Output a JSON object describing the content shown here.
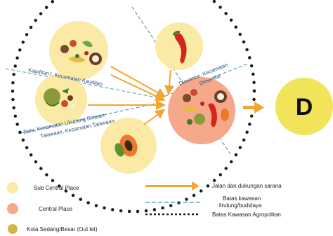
{
  "regions": {
    "kauditan": "Kauditan I, Kecamatan Kauditan",
    "dimembe_line1": "Dimembe, Kecamatan",
    "dimembe_line2": "Dimembe",
    "likupang_line1": "Batu, Kecamatan Likupang Selatan",
    "likupang_line2": "Talawaan, Kecamatan Talawaan"
  },
  "outlet_marker": "D",
  "legend": {
    "sub_central_place": "Sub Central Place",
    "central_place": "Central Place",
    "outlet": "Kota Sedang/Besar (Out let)",
    "road": "Jalan dan dukungan sarana",
    "boundary_line1": "Batas kawasan",
    "boundary_line2": "lindung/budidaya",
    "agropolitan": "Batas Kawasan Agropolitan"
  },
  "colors": {
    "sub_central": "#fbe9a6",
    "central": "#f5a98a",
    "outlet": "#f1e35a",
    "outlet_legend": "#d4b54a",
    "arrow": "#f3a531",
    "dashed_boundary": "#3f8fb5",
    "dotted_boundary": "#1a1a1a"
  },
  "icons": {
    "top_left": "produce-icon",
    "top_right": "chili-icon",
    "middle_left": "durian-icon",
    "bottom": "papaya-icon",
    "central": "produce-icon"
  }
}
